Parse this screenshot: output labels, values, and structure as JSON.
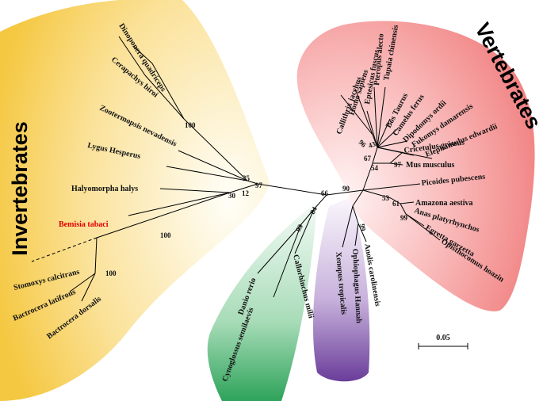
{
  "groups": {
    "invertebrates": "Invertebrates",
    "vertebrates": "Vertebrates"
  },
  "colors": {
    "invertebrates_fill": "#f5c842",
    "vertebrates_fill": "#f07a7a",
    "fish_fill": "#2ea35a",
    "reptile_fill": "#6a3d9a",
    "highlight_text": "#e00000"
  },
  "taxa": {
    "dinoponera": "Dinoponera quadriceps",
    "cerapachys": "Cerapachys biroi",
    "zootermopsis": "Zootermopsis nevadensis",
    "lygus": "Lygus Hesperus",
    "halyomorpha": "Halyomorpha halys",
    "bemisia": "Bemisia tabaci",
    "stomoxys": "Stomoxys calcitrans",
    "b_latifrons": "Bactrocera latifrons",
    "b_dorsalis": "Bactrocera dorsalis",
    "danio": "Danio rerio",
    "cynoglossus": "Cynoglossus semilaevis",
    "callorhinchus": "Callorhinchus milii",
    "xenopus": "Xenopus tropicalis",
    "ophiophagus": "Ophiophagus Hannah",
    "anolis": "Anolis carolinensis",
    "callithrix": "Callithrix jacchus",
    "homo": "Homo sapiens",
    "eptesicus": "Eptesicus fuscus",
    "pteropus": "Pteropus alecto",
    "tupaia": "Tupaia chinensis",
    "bos": "Bos Taurus",
    "camelus": "Camelus ferus",
    "dipodomys": "Dipodomys ordii",
    "fukomys": "Fukomys damarensis",
    "elephantulus": "Elephantulus edwardii",
    "cricetulus": "Cricetulus griseus",
    "mus": "Mus musculus",
    "picoides": "Picoides pubescens",
    "amazona": "Amazona aestiva",
    "anas": "Anas platyrhynchos",
    "egretta": "Egretta garzetta",
    "opisthocomus": "Opisthocomus hoazin"
  },
  "bootstrap": {
    "ants": "100",
    "insect_a": "35",
    "insect_b": "97",
    "halyomorpha": "30",
    "bemisia": "12",
    "diptera": "100",
    "bactrocera": "100",
    "root_left": "66",
    "root_right": "90",
    "fish": "84",
    "fish_inner": "93",
    "reptiles": "99",
    "primates": "96",
    "mammal_a": "43",
    "mammal_b": "67",
    "rodents_a": "54",
    "rodents_b": "97",
    "birds_a": "53",
    "birds_b": "61",
    "birds_c": "99"
  },
  "scale_bar": "0.05"
}
